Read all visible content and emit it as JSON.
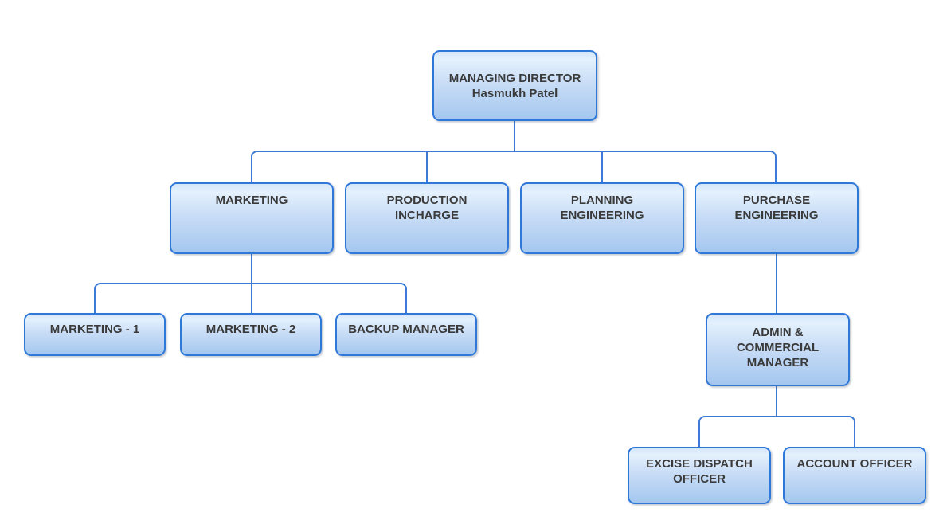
{
  "theme": {
    "colors": {
      "node-border": "#2E78D8",
      "fill-top": "#d5e6fa",
      "fill-light": "#e4f1fd",
      "fill-mid": "#c9ddf6",
      "fill-bottom": "#a4c7ef",
      "line-color": "#3b7ad6",
      "text-color": "#3a3a3a"
    }
  },
  "org": {
    "nodes": [
      {
        "id": "managing-director",
        "lines": [
          "MANAGING DIRECTOR",
          "Hasmukh Patel"
        ]
      },
      {
        "id": "marketing",
        "lines": [
          "MARKETING"
        ]
      },
      {
        "id": "production-incharge",
        "lines": [
          "PRODUCTION",
          "INCHARGE"
        ]
      },
      {
        "id": "planning-engineering",
        "lines": [
          "PLANNING",
          "ENGINEERING"
        ]
      },
      {
        "id": "purchase-engineering",
        "lines": [
          "PURCHASE",
          "ENGINEERING"
        ]
      },
      {
        "id": "marketing-1",
        "lines": [
          "MARKETING - 1"
        ]
      },
      {
        "id": "marketing-2",
        "lines": [
          "MARKETING - 2"
        ]
      },
      {
        "id": "backup-manager",
        "lines": [
          "BACKUP MANAGER"
        ]
      },
      {
        "id": "admin-commercial-manager",
        "lines": [
          "ADMIN &",
          "COMMERCIAL",
          "MANAGER"
        ]
      },
      {
        "id": "excise-dispatch-officer",
        "lines": [
          "EXCISE DISPATCH",
          "OFFICER"
        ]
      },
      {
        "id": "account-officer",
        "lines": [
          "ACCOUNT OFFICER"
        ]
      }
    ]
  }
}
